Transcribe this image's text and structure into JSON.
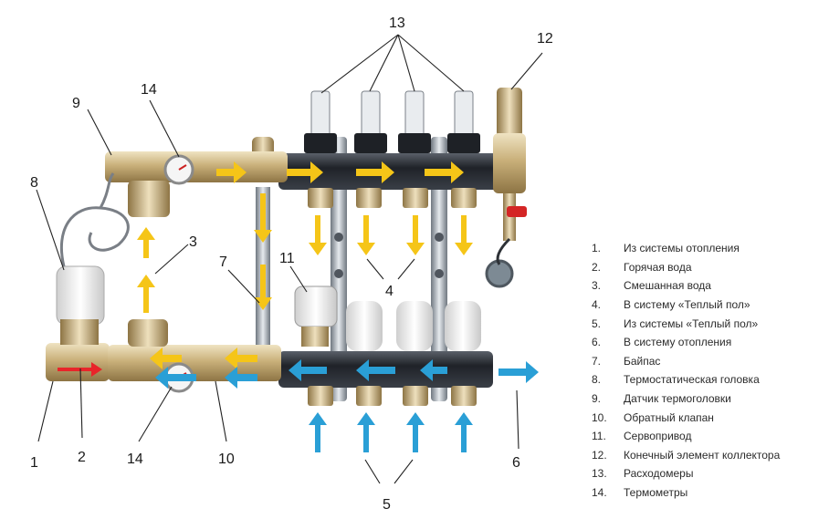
{
  "callouts": [
    {
      "id": "c1",
      "text": "1"
    },
    {
      "id": "c2",
      "text": "2"
    },
    {
      "id": "c3",
      "text": "3"
    },
    {
      "id": "c4",
      "text": "4"
    },
    {
      "id": "c5",
      "text": "5"
    },
    {
      "id": "c6",
      "text": "6"
    },
    {
      "id": "c7",
      "text": "7"
    },
    {
      "id": "c8",
      "text": "8"
    },
    {
      "id": "c9",
      "text": "9"
    },
    {
      "id": "c10",
      "text": "10"
    },
    {
      "id": "c11",
      "text": "11"
    },
    {
      "id": "c12",
      "text": "12"
    },
    {
      "id": "c13",
      "text": "13"
    },
    {
      "id": "c14a",
      "text": "14"
    },
    {
      "id": "c14b",
      "text": "14"
    }
  ],
  "legend": [
    {
      "num": "1.",
      "text": "Из системы отопления"
    },
    {
      "num": "2.",
      "text": "Горячая вода"
    },
    {
      "num": "3.",
      "text": "Смешанная вода"
    },
    {
      "num": "4.",
      "text": "В систему «Теплый пол»"
    },
    {
      "num": "5.",
      "text": "Из системы «Теплый пол»"
    },
    {
      "num": "6.",
      "text": "В систему отопления"
    },
    {
      "num": "7.",
      "text": "Байпас"
    },
    {
      "num": "8.",
      "text": "Термостатическая головка"
    },
    {
      "num": "9.",
      "text": "Датчик термоголовки"
    },
    {
      "num": "10.",
      "text": "Обратный клапан"
    },
    {
      "num": "11.",
      "text": "Сервопривод"
    },
    {
      "num": "12.",
      "text": "Конечный элемент коллектора"
    },
    {
      "num": "13.",
      "text": "Расходомеры"
    },
    {
      "num": "14.",
      "text": "Термометры"
    }
  ],
  "colors": {
    "hot_arrow": "#e8252a",
    "mixed_arrow": "#f5c518",
    "return_arrow": "#2a9fd6",
    "manifold": "#2b2f36",
    "brass": "#c9b07a",
    "steel": "#aeb4bc"
  }
}
